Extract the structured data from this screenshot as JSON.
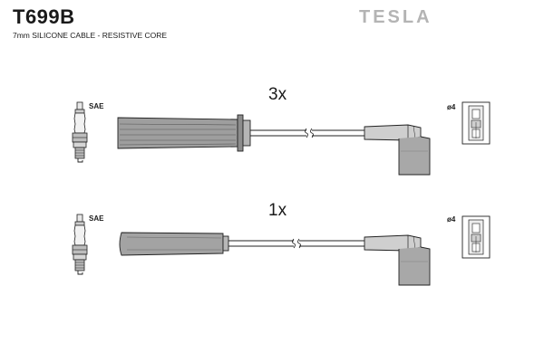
{
  "header": {
    "product_code": "T699B",
    "subtitle": "7mm SILICONE CABLE - RESISTIVE CORE",
    "brand": "TESLA"
  },
  "cables": [
    {
      "quantity": "3x",
      "plug_label": "SAE",
      "terminal_label": "ø4",
      "boot_style": "ribbed"
    },
    {
      "quantity": "1x",
      "plug_label": "SAE",
      "terminal_label": "ø4",
      "boot_style": "straight"
    }
  ]
}
